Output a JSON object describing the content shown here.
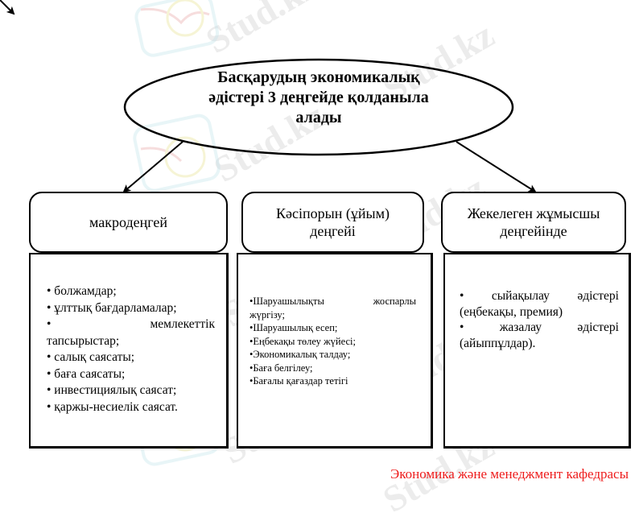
{
  "diagram": {
    "root": {
      "lines": [
        "Басқарудың экономикалық",
        "әдістері 3 деңгейде қолданыла",
        "алады"
      ]
    },
    "levels": [
      {
        "title_lines": [
          "макродеңгей"
        ],
        "items": [
          "• болжамдар;",
          "• ұлттық бағдарламалар;",
          "• мемлекеттік тапсырыстар;",
          "• салық саясаты;",
          "• баға саясаты;",
          "• инвестициялық саясат;",
          "• қаржы-несиелік саясат."
        ],
        "item3_parts": [
          "•",
          "мемлекеттік",
          "тапсырыстар;"
        ]
      },
      {
        "title_lines": [
          "Кәсіпорын (ұйым)",
          "деңгейі"
        ],
        "items": [
          "•Шаруашылықты жоспарлы жүргізу;",
          "•Шаруашылық есеп;",
          "•Еңбекақы төлеу жүйесі;",
          "•Экономикалық талдау;",
          "•Баға белгілеу;",
          "•Бағалы қағаздар тетігі"
        ],
        "item1_parts": [
          "•Шаруашылықты",
          "жоспарлы",
          "жүргізу;"
        ]
      },
      {
        "title_lines": [
          "Жекелеген жұмысшы",
          "деңгейінде"
        ],
        "items": [
          "• сыйақылау әдістері (еңбекақы, премия)",
          "• жазалау әдістері (айыппұлдар)."
        ],
        "item1_parts": [
          "•",
          "сыйақылау",
          "әдістері",
          "(еңбекақы, премия)"
        ],
        "item2_parts": [
          "•",
          "жазалау",
          "әдістері",
          "(айыппұлдар)."
        ]
      }
    ]
  },
  "footer": {
    "text": "Экономика және менеджмент кафедрасы",
    "color": "#ee1c1c"
  },
  "watermark": {
    "text": "Stud.kz"
  },
  "colors": {
    "line": "#000000",
    "background": "#ffffff",
    "footer": "#ee1c1c"
  }
}
